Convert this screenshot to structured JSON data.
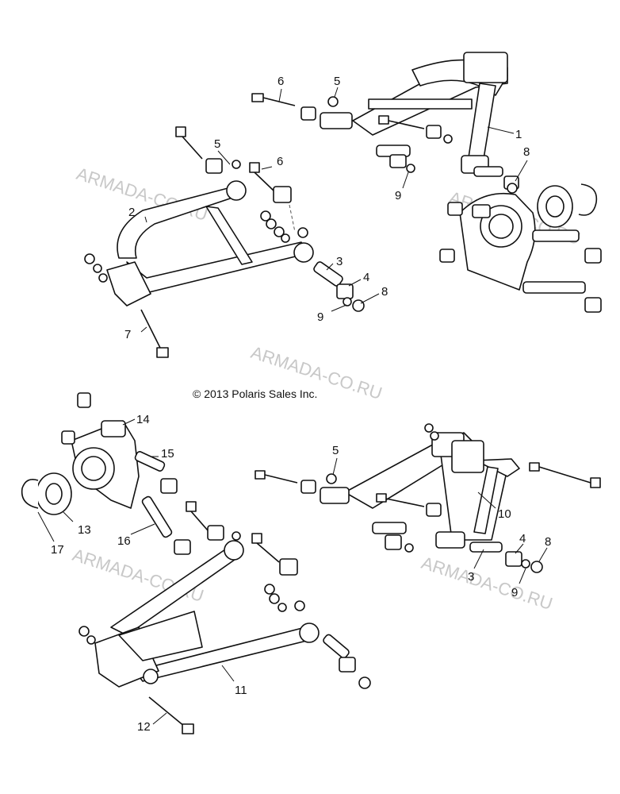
{
  "copyright": "© 2013 Polaris Sales Inc.",
  "watermark": "ARMADA-CO.RU",
  "callouts": [
    "1",
    "2",
    "3",
    "4",
    "5",
    "6",
    "7",
    "8",
    "9",
    "10",
    "11",
    "12",
    "13",
    "14",
    "15",
    "16",
    "17"
  ]
}
